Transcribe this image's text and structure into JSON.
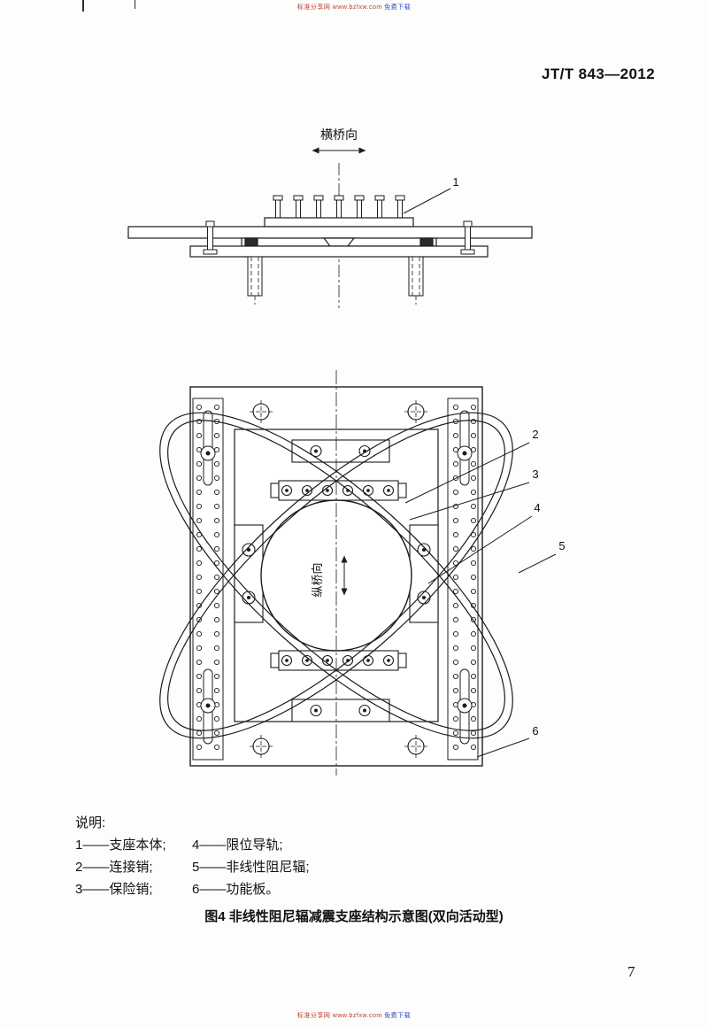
{
  "header": {
    "standard_code": "JT/T 843—2012"
  },
  "watermarks": {
    "top_red": "标准分享网 www.bzfxw.com",
    "top_blue": "免费下载",
    "bottom_red": "标准分享网 www.bzfxw.com",
    "bottom_blue": "免费下载",
    "red_color": "#c0392b",
    "blue_color": "#2e4bc6"
  },
  "figure": {
    "top_view": {
      "direction_label": "横桥向",
      "callout_1": "1"
    },
    "plan_view": {
      "direction_label": "纵桥向",
      "callout_2": "2",
      "callout_3": "3",
      "callout_4": "4",
      "callout_5": "5",
      "callout_6": "6"
    },
    "caption": "图4  非线性阻尼辐减震支座结构示意图(双向活动型)"
  },
  "legend": {
    "title": "说明:",
    "rows": [
      {
        "left": "1——支座本体;",
        "right": "4——限位导轨;"
      },
      {
        "left": "2——连接销;",
        "right": "5——非线性阻尼辐;"
      },
      {
        "left": "3——保险销;",
        "right": "6——功能板。"
      }
    ]
  },
  "page_number": "7"
}
